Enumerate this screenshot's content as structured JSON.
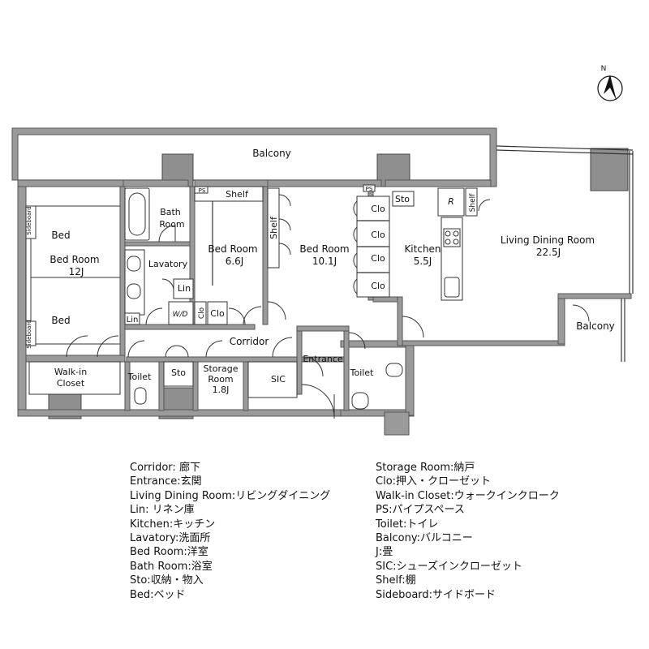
{
  "compass": {
    "label": "N"
  },
  "rooms": {
    "balcony_top": "Balcony",
    "bed_room_1": "Bed Room",
    "bed_room_1_size": "12J",
    "bed_top": "Bed",
    "bed_bottom": "Bed",
    "sideboard_top": "Sideboard",
    "sideboard_bottom": "Sideboard",
    "bath_room_1": "Bath",
    "bath_room_2": "Room",
    "lavatory": "Lavatory",
    "lin_1": "Lin",
    "lin_2": "Lin",
    "wd": "W/D",
    "clo_small_1": "Clo",
    "clo_small_2": "Clo",
    "bed_room_2": "Bed Room",
    "bed_room_2_size": "6.6J",
    "shelf_top": "Shelf",
    "shelf_mid": "Shelf",
    "ps_1": "PS",
    "ps_2": "PS",
    "bed_room_3": "Bed Room",
    "bed_room_3_size": "10.1J",
    "clo_1": "Clo",
    "clo_2": "Clo",
    "clo_3": "Clo",
    "clo_4": "Clo",
    "sto_kitchen": "Sto",
    "fridge": "R",
    "shelf_kitchen": "Shelf",
    "kitchen": "Kitchen",
    "kitchen_size": "5.5J",
    "ldr": "Living Dining Room",
    "ldr_size": "22.5J",
    "balcony_right": "Balcony",
    "corridor": "Corridor",
    "entrance": "Entrance",
    "walk_in_1": "Walk-in",
    "walk_in_2": "Closet",
    "toilet_1": "Toilet",
    "sto_2": "Sto",
    "storage_1": "Storage",
    "storage_2": "Room",
    "storage_size": "1.8J",
    "sic": "SIC",
    "toilet_2": "Toilet"
  },
  "legend_left": [
    "Corridor: 廊下",
    "Entrance:玄関",
    "Living Dining Room:リビングダイニング",
    "Lin: リネン庫",
    "Kitchen:キッチン",
    "Lavatory:洗面所",
    "Bed Room:洋室",
    "Bath Room:浴室",
    "Sto:収納・物入",
    "Bed:ベッド"
  ],
  "legend_right": [
    "Storage Room:納戸",
    "Clo:押入・クローゼット",
    "Walk-in Closet:ウォークインクローク",
    "PS:パイプスペース",
    "Toilet:トイレ",
    "Balcony:バルコニー",
    "J:畳",
    "SIC:シューズインクローゼット",
    "Shelf:棚",
    "Sideboard:サイドボード"
  ]
}
